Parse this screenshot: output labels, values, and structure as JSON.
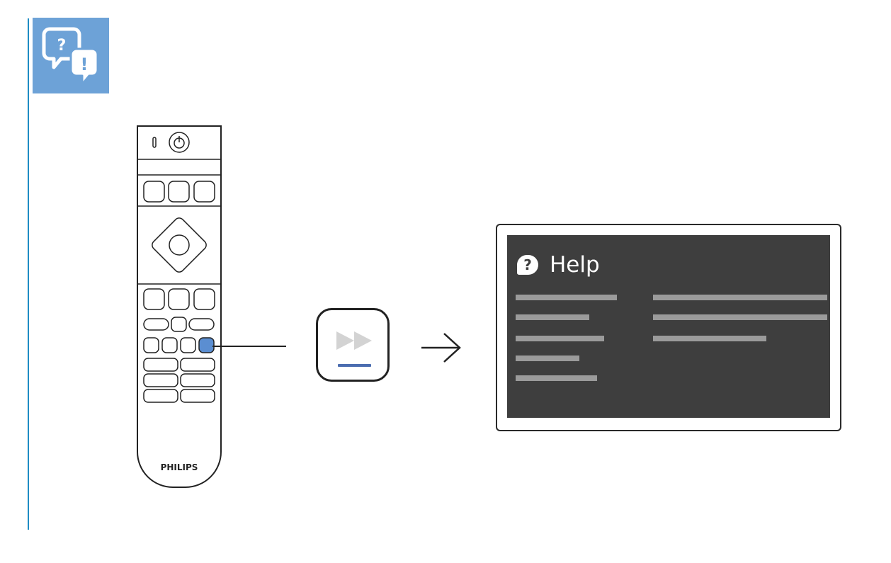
{
  "colors": {
    "accent_blue": "#6da2d7",
    "rule_blue": "#1f8cc4",
    "highlight_key": "#5b8ed1",
    "underline_blue": "#4b6db0",
    "tv_screen": "#3e3e3e",
    "placeholder_bar": "#9b9b9b"
  },
  "header_icon": {
    "name": "help-speech-bubbles-icon",
    "glyph_left": "?",
    "glyph_right": "!"
  },
  "remote": {
    "brand": "PHILIPS",
    "highlighted_key": "fast-forward / help key"
  },
  "ff_button": {
    "icon": "fast-forward-icon"
  },
  "arrow": {
    "icon": "right-arrow-icon"
  },
  "tv": {
    "help_icon": "?",
    "title": "Help",
    "menu_placeholder_lines": 5,
    "detail_placeholder_lines": 3
  }
}
